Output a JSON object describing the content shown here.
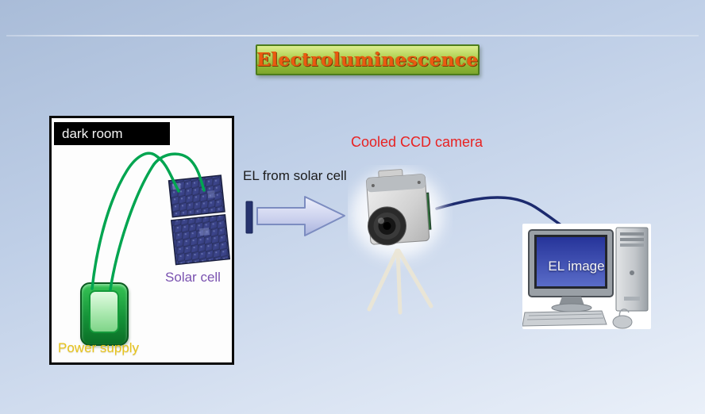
{
  "title": "Electroluminescence",
  "labels": {
    "dark_room": "dark room",
    "solar_cell": "Solar cell",
    "power_supply": "Power supply",
    "el_arrow": "EL from solar cell",
    "camera": "Cooled CCD camera",
    "monitor": "EL image"
  },
  "icons": {
    "solar_cell": "solar-cell-image",
    "power_supply": "power-supply-icon",
    "arrow": "el-arrow-icon",
    "camera": "ccd-camera-image",
    "tripod": "tripod-icon",
    "computer": "computer-image"
  },
  "colors": {
    "title_text": "#ea5a10",
    "banner_green_top": "#dcee8e",
    "banner_green_bottom": "#7da62c",
    "banner_border": "#4c7c1c",
    "camera_label": "#e82222",
    "solar_label": "#7a52b0",
    "power_label": "#e7c41d",
    "wire_green": "#00a550",
    "cable_navy": "#1c2a6e",
    "background_top": "#a9bcd8",
    "background_bottom": "#eaf0f9"
  }
}
